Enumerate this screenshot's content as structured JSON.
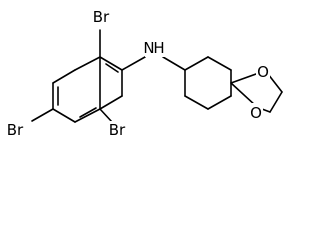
{
  "molecule": {
    "atoms": {
      "br_top": "Br",
      "nh": "N",
      "h": "H",
      "br_left": "Br",
      "br_bottom": "Br",
      "o_top": "O",
      "o_bottom": "O"
    },
    "colors": {
      "bond": "#000000",
      "text": "#000000",
      "background": "#ffffff"
    }
  }
}
